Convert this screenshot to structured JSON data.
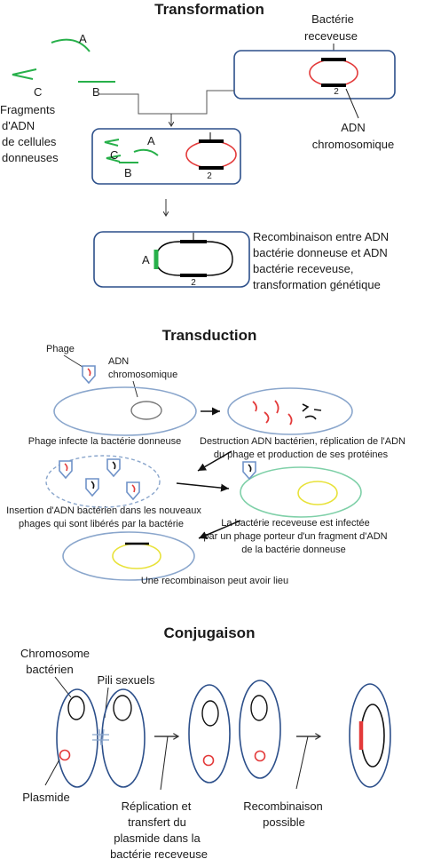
{
  "colors": {
    "frame": "#2c4f8a",
    "plain_line": "#555555",
    "green": "#27b04a",
    "red": "#e33a3a",
    "black": "#000000",
    "oval_blue": "#8aa6cc",
    "oval_green": "#7fd0a8",
    "yellow": "#e8e23a",
    "arrow_outline": "#6f92c8"
  },
  "transformation": {
    "title": "Transformation",
    "fragment_a": "A",
    "fragment_b": "B",
    "fragment_c": "C",
    "fragments_label": [
      "Fragments",
      "d'ADN",
      "de cellules",
      "donneuses"
    ],
    "recipient_label": [
      "Bactérie",
      "receveuse"
    ],
    "marker_2": "2",
    "adn_label": [
      "ADN",
      "chromosomique"
    ],
    "mix_a": "A",
    "mix_b": "B",
    "mix_c": "C",
    "mix_2": "2",
    "result_a": "A",
    "result_2": "2",
    "result_text": [
      "Recombinaison entre ADN",
      "bactérie donneuse et ADN",
      "bactérie receveuse,",
      "transformation génétique"
    ]
  },
  "transduction": {
    "title": "Transduction",
    "phage_label": "Phage",
    "adn_label": [
      "ADN",
      "chromosomique"
    ],
    "step1_caption": "Phage infecte la bactérie donneuse",
    "step2_caption": [
      "Destruction ADN bactérien, réplication de l'ADN",
      "du phage et production de ses protéines"
    ],
    "step3_caption": [
      "Insertion d'ADN bactérien dans les nouveaux",
      "phages qui sont libérés par la bactérie"
    ],
    "step4_caption": [
      "La bactérie receveuse est infectée",
      "par un phage porteur d'un fragment d'ADN",
      "de la bactérie donneuse"
    ],
    "step5_caption": "Une recombinaison peut avoir lieu"
  },
  "conjugaison": {
    "title": "Conjugaison",
    "chromosome_label": [
      "Chromosome",
      "bactérien"
    ],
    "pili_label": "Pili sexuels",
    "plasmide_label": "Plasmide",
    "replication_label": [
      "Réplication et",
      "transfert du",
      "plasmide dans la",
      "bactérie receveuse"
    ],
    "recombinaison_label": [
      "Recombinaison",
      "possible"
    ]
  }
}
